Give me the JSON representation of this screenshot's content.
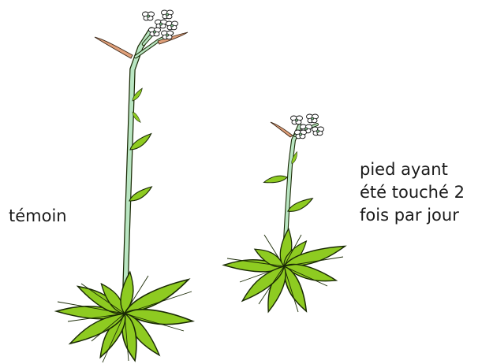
{
  "labels": {
    "control": "témoin",
    "touched_line1": "pied ayant",
    "touched_line2": "été touché 2",
    "touched_line3": "fois par jour"
  },
  "colors": {
    "leaf_green": "#8ecb21",
    "stem_green": "#b9e6c2",
    "pod_orange": "#e0a07a",
    "flower_white": "#ffffff",
    "outline": "#1a2a05"
  },
  "illustrations": [
    {
      "name": "control-plant",
      "icon": "arabidopsis-tall-plant"
    },
    {
      "name": "touched-plant",
      "icon": "arabidopsis-short-plant"
    }
  ]
}
